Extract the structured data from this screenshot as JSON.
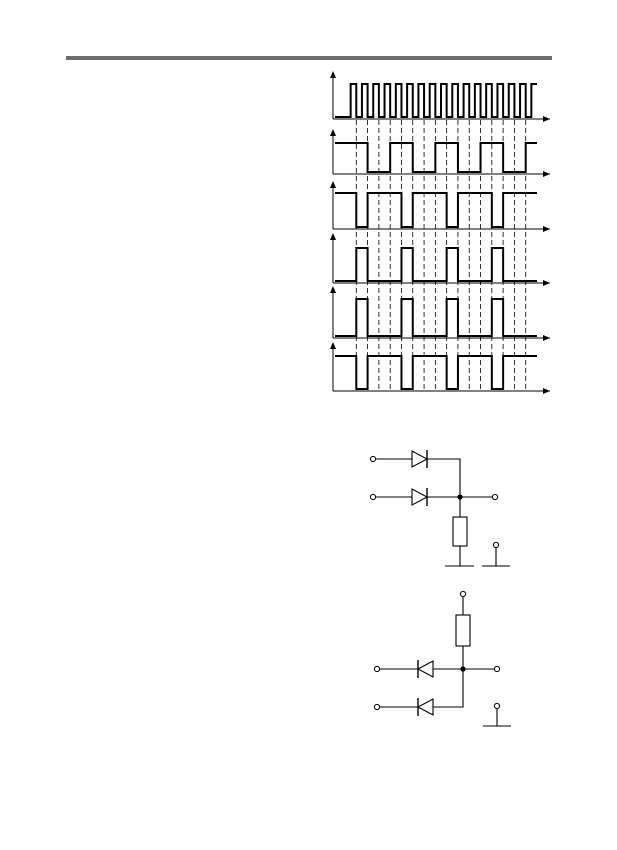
{
  "page": {
    "has_header_rule": true,
    "text_content": ""
  },
  "timing_diagram": {
    "clock_edges_visible": true,
    "channels": [
      {
        "id": "clock",
        "levels": [
          0,
          1,
          0,
          1,
          0,
          1,
          0,
          1,
          0,
          1,
          0,
          1,
          0,
          1,
          0,
          1,
          0,
          1,
          0,
          1,
          0,
          1,
          0,
          1,
          0,
          1,
          0,
          1,
          0,
          1,
          0,
          1,
          0,
          1
        ]
      },
      {
        "id": "channel-2",
        "levels": [
          1,
          1,
          1,
          1,
          0,
          0,
          0,
          0,
          1,
          1,
          1,
          1,
          0,
          0,
          0,
          0,
          1,
          1,
          1,
          1,
          0,
          0,
          0,
          0,
          1,
          1,
          1,
          1,
          0,
          0,
          0,
          0,
          1,
          1
        ]
      },
      {
        "id": "channel-3",
        "levels": [
          1,
          1,
          0,
          0,
          1,
          1,
          1,
          1,
          1,
          1,
          0,
          0,
          1,
          1,
          1,
          1,
          1,
          1,
          0,
          0,
          1,
          1,
          1,
          1,
          1,
          1,
          0,
          0,
          1,
          1,
          1,
          1,
          1,
          1
        ]
      },
      {
        "id": "channel-4",
        "levels": [
          0,
          0,
          1,
          1,
          0,
          0,
          0,
          0,
          0,
          0,
          1,
          1,
          0,
          0,
          0,
          0,
          0,
          0,
          1,
          1,
          0,
          0,
          0,
          0,
          0,
          0,
          1,
          1,
          0,
          0,
          0,
          0,
          0,
          0
        ]
      },
      {
        "id": "pulse-out",
        "levels": [
          0,
          0,
          1,
          1,
          0,
          0,
          0,
          0,
          0,
          0,
          1,
          1,
          0,
          0,
          0,
          0,
          0,
          0,
          1,
          1,
          0,
          0,
          0,
          0,
          0,
          0,
          1,
          1,
          0,
          0,
          0,
          0,
          0,
          0
        ]
      },
      {
        "id": "pulse-out-inverted",
        "levels": [
          1,
          1,
          0,
          0,
          1,
          1,
          1,
          1,
          1,
          1,
          0,
          0,
          1,
          1,
          1,
          1,
          1,
          1,
          0,
          0,
          1,
          1,
          1,
          1,
          1,
          1,
          0,
          0,
          1,
          1,
          1,
          1,
          1,
          1
        ]
      }
    ]
  },
  "circuits": [
    {
      "id": "diode-or-gate",
      "components": [
        "diode",
        "diode",
        "resistor"
      ],
      "inputs": 2,
      "outputs": 1,
      "ground_symbol": true
    },
    {
      "id": "diode-and-gate",
      "components": [
        "resistor",
        "diode",
        "diode"
      ],
      "inputs": 2,
      "outputs": 1,
      "ground_symbol": true
    }
  ]
}
